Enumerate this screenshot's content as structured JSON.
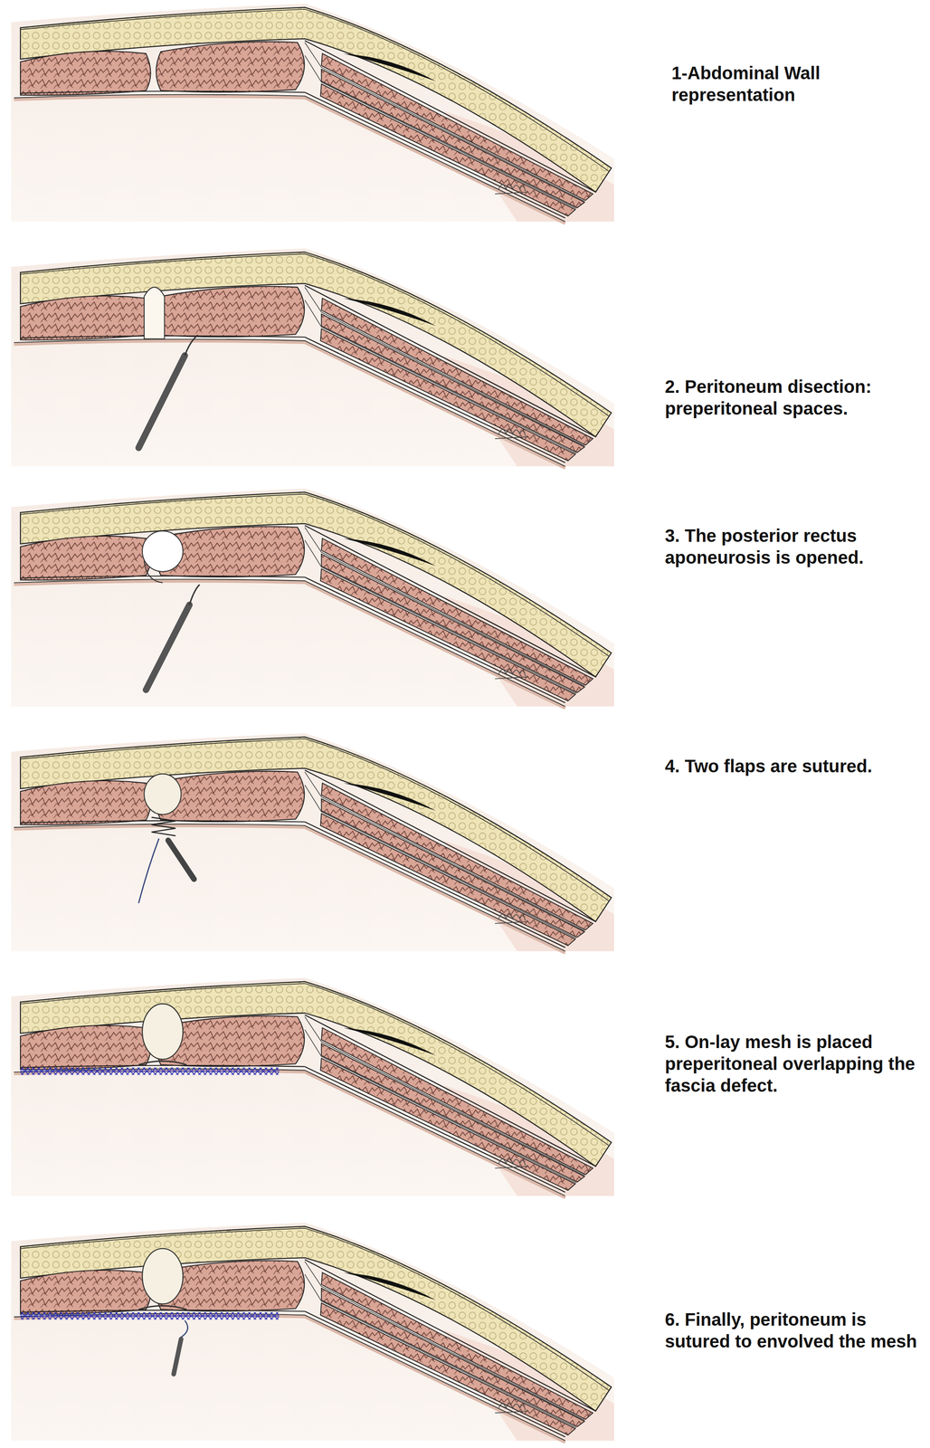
{
  "diagram": {
    "labels": [
      "1-Abdominal Wall representation",
      "2. Peritoneum disection: preperitoneal spaces.",
      "3. The posterior rectus aponeurosis is opened.",
      "4. Two flaps are sutured.",
      "5. On-lay mesh is placed preperitoneal overlapping the fascia defect.",
      "6. Finally, peritoneum is sutured to envolved the mesh"
    ]
  }
}
